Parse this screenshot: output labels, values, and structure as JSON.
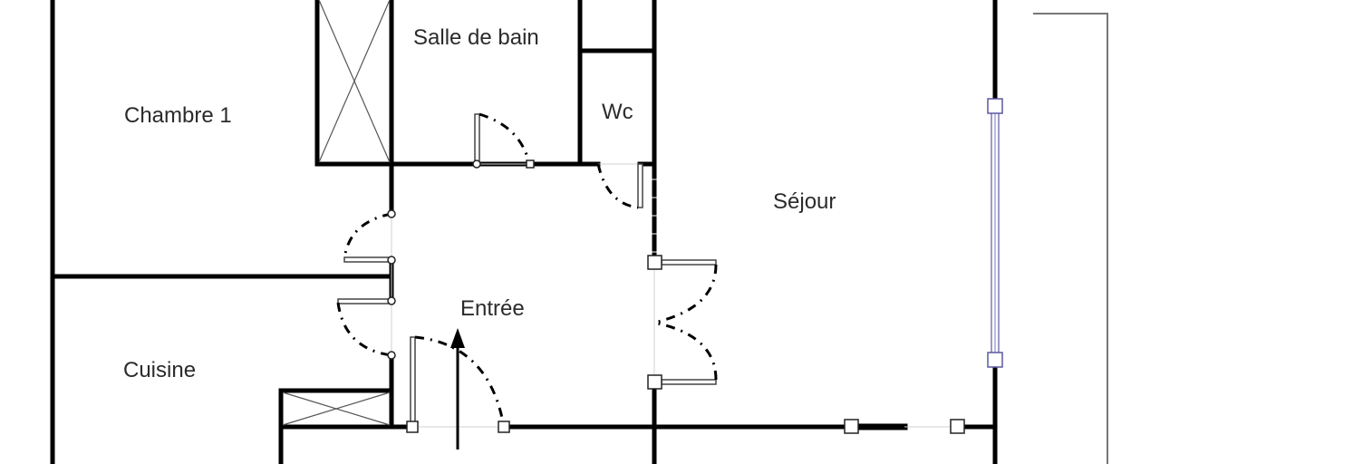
{
  "plan": {
    "rooms": [
      {
        "id": "chambre-1",
        "label": "Chambre 1"
      },
      {
        "id": "salle-de-bain",
        "label": "Salle de bain"
      },
      {
        "id": "wc",
        "label": "Wc"
      },
      {
        "id": "sejour",
        "label": "Séjour"
      },
      {
        "id": "entree",
        "label": "Entrée"
      },
      {
        "id": "cuisine",
        "label": "Cuisine"
      }
    ],
    "colors": {
      "wall": "#000000",
      "label": "#2b2b2b",
      "window": "#7a78b8",
      "background": "#ffffff"
    }
  }
}
